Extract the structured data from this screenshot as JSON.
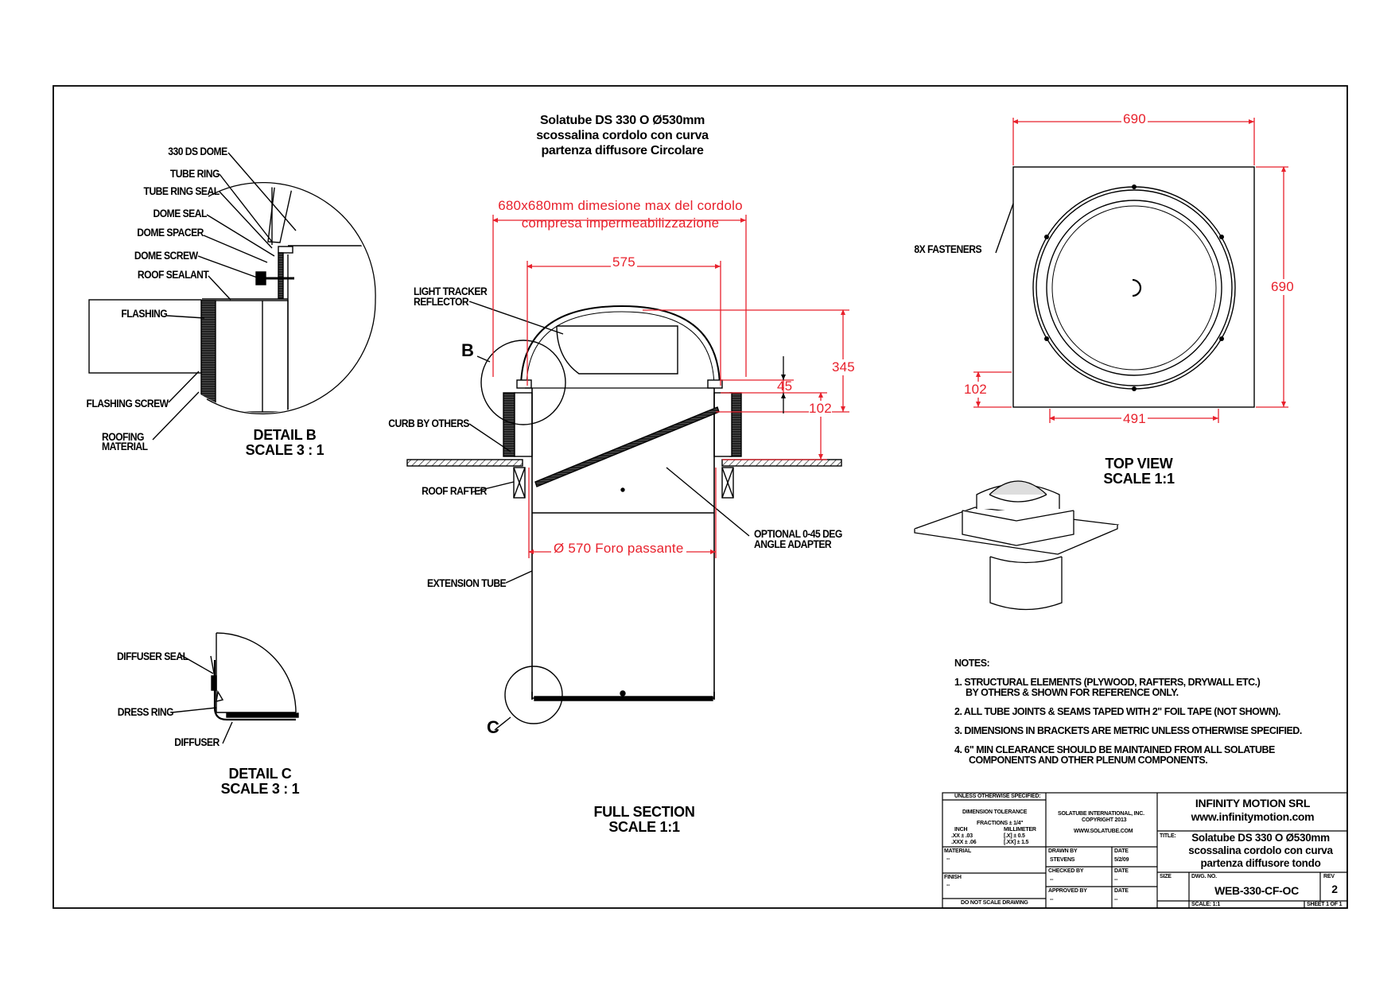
{
  "main_title": [
    "Solatube DS 330 O Ø530mm",
    "scossalina cordolo con curva",
    "partenza diffusore Circolare"
  ],
  "detail_b": {
    "labels": {
      "dome": "330 DS DOME",
      "tube_ring": "TUBE RING",
      "tube_ring_seal": "TUBE RING SEAL",
      "dome_seal": "DOME SEAL",
      "dome_spacer": "DOME SPACER",
      "dome_screw": "DOME SCREW",
      "roof_sealant": "ROOF SEALANT",
      "flashing": "FLASHING",
      "flashing_screw": "FLASHING SCREW",
      "roofing_material": [
        "ROOFING",
        "MATERIAL"
      ]
    },
    "caption": [
      "DETAIL B",
      "SCALE 3 : 1"
    ]
  },
  "detail_c": {
    "labels": {
      "diffuser_seal": "DIFFUSER SEAL",
      "dress_ring": "DRESS RING",
      "diffuser": "DIFFUSER"
    },
    "caption": [
      "DETAIL C",
      "SCALE 3 : 1"
    ]
  },
  "section": {
    "labels": {
      "light_tracker": [
        "LIGHT TRACKER",
        "REFLECTOR"
      ],
      "curb": "CURB BY OTHERS",
      "rafter": "ROOF RAFTER",
      "extension_tube": "EXTENSION TUBE",
      "angle_adapter": [
        "OPTIONAL 0-45 DEG",
        "ANGLE ADAPTER"
      ],
      "callout_b": "B",
      "callout_c": "C"
    },
    "dims": {
      "curb_max": [
        "680x680mm dimesione max del cordolo",
        "compresa impermeabilizzazione"
      ],
      "width": "575",
      "height": "345",
      "offset": "45",
      "base": "102",
      "hole": "Ø 570 Foro passante"
    },
    "caption": [
      "FULL SECTION",
      "SCALE 1:1"
    ]
  },
  "top_view": {
    "fasteners": "8X FASTENERS",
    "dims": {
      "top": "690",
      "right": "690",
      "left": "102",
      "bottom": "491"
    },
    "caption": [
      "TOP VIEW",
      "SCALE 1:1"
    ]
  },
  "notes": {
    "heading": "NOTES:",
    "items": [
      [
        "1. STRUCTURAL ELEMENTS (PLYWOOD, RAFTERS, DRYWALL ETC.)",
        "BY OTHERS & SHOWN FOR REFERENCE ONLY."
      ],
      [
        "2. ALL TUBE JOINTS & SEAMS TAPED WITH 2\" FOIL TAPE (NOT SHOWN)."
      ],
      [
        "3. DIMENSIONS IN BRACKETS ARE METRIC UNLESS OTHERWISE SPECIFIED."
      ],
      [
        "4. 6\" MIN CLEARANCE SHOULD BE MAINTAINED FROM ALL SOLATUBE",
        "COMPONENTS AND OTHER PLENUM COMPONENTS."
      ]
    ]
  },
  "title_block": {
    "unless": "UNLESS OTHERWISE SPECIFIED:",
    "tolerance": "DIMENSION TOLERANCE",
    "fractions": "FRACTIONS ± 1/4\"",
    "inch": "INCH",
    "mm": "MILLIMETER",
    "inch_vals": [
      ".XX ± .03",
      ".XXX ± .06"
    ],
    "mm_vals": [
      "[.X] ± 0.5",
      "[.XX] ± 1.5"
    ],
    "material": "MATERIAL",
    "finish": "FINISH",
    "dash": "--",
    "do_not_scale": "DO NOT SCALE DRAWING",
    "company": "SOLATUBE INTERNATIONAL, INC.",
    "copyright": "COPYRIGHT 2013",
    "website": "WWW.SOLATUBE.COM",
    "drawn_by": "DRAWN BY",
    "drawn_name": "STEVENS",
    "checked_by": "CHECKED BY",
    "approved_by": "APPROVED BY",
    "date": "DATE",
    "drawn_date": "5/2/09",
    "firm": "INFINITY MOTION SRL",
    "firm_web": "www.infinitymotion.com",
    "title_label": "TITLE:",
    "title": [
      "Solatube DS 330 O Ø530mm",
      "scossalina cordolo con curva",
      "partenza diffusore tondo"
    ],
    "size": "SIZE",
    "dwg_no_label": "DWG. NO.",
    "dwg_no": "WEB-330-CF-OC",
    "rev_label": "REV",
    "rev": "2",
    "scale": "SCALE: 1:1",
    "sheet": "SHEET 1 OF 1"
  }
}
